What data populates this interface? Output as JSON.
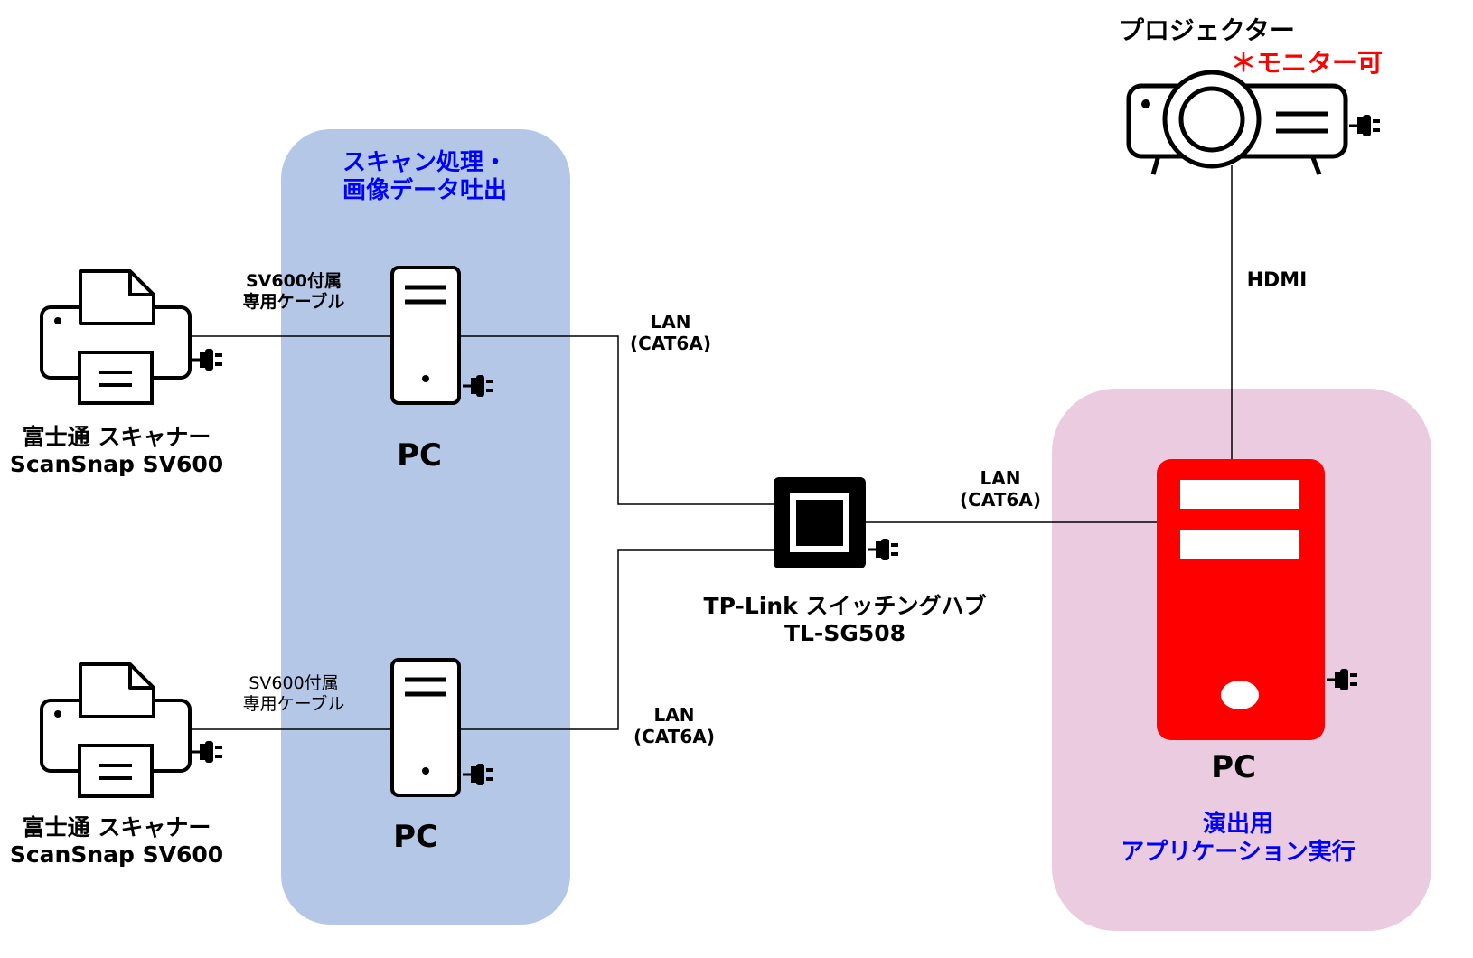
{
  "colors": {
    "left_zone": "#b4c7e7",
    "right_zone": "#ebcbe0",
    "blue_text": "#0000ff",
    "red": "#ff0000",
    "black": "#000000"
  },
  "zones": {
    "left_caption": "スキャン処理・\n画像データ吐出",
    "right_caption": "演出用\nアプリケーション実行"
  },
  "projector": {
    "label": "プロジェクター",
    "note": "＊モニター可",
    "icon": "projector-icon"
  },
  "scanners": [
    {
      "label": "富士通 スキャナー\nScanSnap SV600",
      "icon": "printer-icon"
    },
    {
      "label": "富士通 スキャナー\nScanSnap SV600",
      "icon": "printer-icon"
    }
  ],
  "pcs": {
    "scan_pc_top": "PC",
    "scan_pc_bottom": "PC",
    "app_pc": "PC"
  },
  "hub": {
    "label": "TP-Link スイッチングハブ\nTL-SG508",
    "icon": "switch-hub-icon"
  },
  "connections": {
    "cable_top": "SV600付属\n専用ケーブル",
    "cable_bottom": "SV600付属\n専用ケーブル",
    "lan_top": "LAN\n(CAT6A)",
    "lan_bottom": "LAN\n(CAT6A)",
    "lan_right": "LAN\n(CAT6A)",
    "hdmi": "HDMI"
  }
}
